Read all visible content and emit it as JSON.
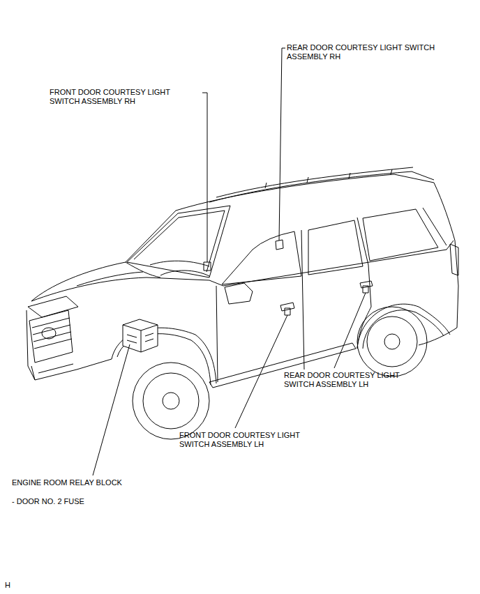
{
  "diagram": {
    "labels": [
      "REAR DOOR COURTESY LIGHT SWITCH ASSEMBLY RH",
      "FRONT DOOR COURTESY LIGHT SWITCH ASSEMBLY RH",
      "REAR DOOR COURTESY LIGHT SWITCH ASSEMBLY LH",
      "FRONT DOOR COURTESY LIGHT SWITCH ASSEMBLY LH",
      "ENGINE ROOM RELAY BLOCK",
      "- DOOR NO. 2 FUSE",
      "H"
    ]
  }
}
